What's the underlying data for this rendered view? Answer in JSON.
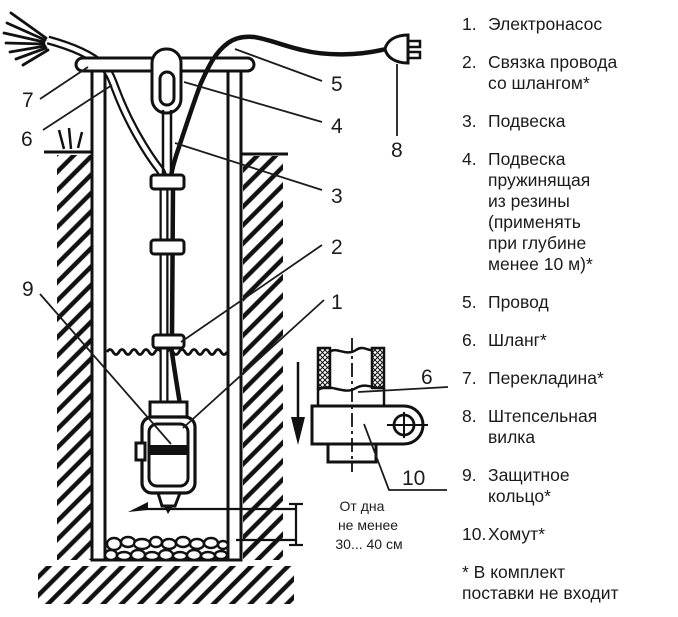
{
  "diagram": {
    "callouts": {
      "n1": "1",
      "n2": "2",
      "n3": "3",
      "n4": "4",
      "n5": "5",
      "n6": "6",
      "n7": "7",
      "n8": "8",
      "n9": "9",
      "inset_hose": "6",
      "inset_clamp": "10"
    },
    "dimension_note": {
      "line1": "От дна",
      "line2": "не менее",
      "line3": "30... 40 см"
    }
  },
  "legend": {
    "items": [
      {
        "num": "1.",
        "lines": [
          "Электронасос"
        ]
      },
      {
        "num": "2.",
        "lines": [
          "Связка провода",
          "со шлангом*"
        ]
      },
      {
        "num": "3.",
        "lines": [
          "Подвеска"
        ]
      },
      {
        "num": "4.",
        "lines": [
          "Подвеска",
          "пружинящая",
          "из резины",
          "(применять",
          "при глубине",
          "менее 10 м)*"
        ]
      },
      {
        "num": "5.",
        "lines": [
          "Провод"
        ]
      },
      {
        "num": "6.",
        "lines": [
          "Шланг*"
        ]
      },
      {
        "num": "7.",
        "lines": [
          "Перекладина*"
        ]
      },
      {
        "num": "8.",
        "lines": [
          "Штепсельная",
          "вилка"
        ]
      },
      {
        "num": "9.",
        "lines": [
          "Защитное",
          "кольцо*"
        ]
      },
      {
        "num": "10.",
        "lines": [
          "Хомут*"
        ]
      }
    ],
    "footnote_lines": [
      "* В комплект",
      "поставки не входит"
    ]
  }
}
